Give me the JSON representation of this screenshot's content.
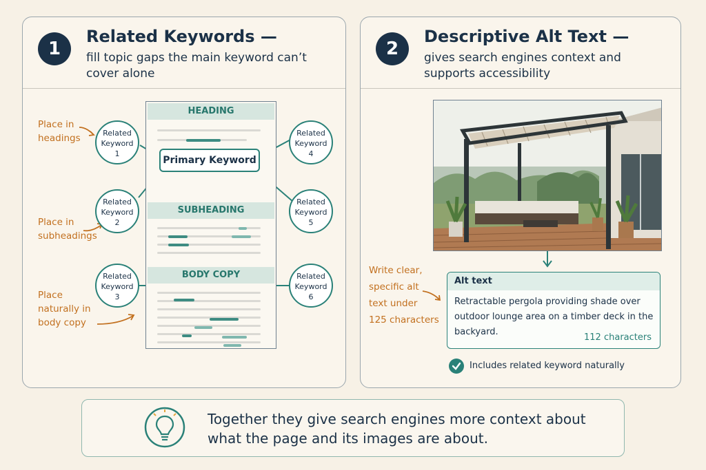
{
  "left_panel": {
    "number": "1",
    "title": "Related Keywords —",
    "subtitle": "fill topic gaps the main keyword can’t cover alone",
    "sections": [
      "HEADING",
      "SUBHEADING",
      "BODY COPY"
    ],
    "primary_keyword": "Primary Keyword",
    "related_keywords": [
      {
        "line1": "Related",
        "line2": "Keyword",
        "line3": "1"
      },
      {
        "line1": "Related",
        "line2": "Keyword",
        "line3": "2"
      },
      {
        "line1": "Related",
        "line2": "Keyword",
        "line3": "3"
      },
      {
        "line1": "Related",
        "line2": "Keyword",
        "line3": "4"
      },
      {
        "line1": "Related",
        "line2": "Keyword",
        "line3": "5"
      },
      {
        "line1": "Related",
        "line2": "Keyword",
        "line3": "6"
      }
    ],
    "annotations": {
      "headings": [
        "Place in",
        "headings"
      ],
      "subheadings": [
        "Place in",
        "subheadings"
      ],
      "body": [
        "Place",
        "naturally in",
        "body copy"
      ]
    }
  },
  "right_panel": {
    "number": "2",
    "title": "Descriptive Alt Text —",
    "subtitle": "gives search engines context and supports accessibility",
    "annotation": [
      "Write clear,",
      "specific alt",
      "text under",
      "125 characters"
    ],
    "alt_box": {
      "heading": "Alt text",
      "text": "Retractable pergola providing shade over outdoor lounge area on a timber deck in the backyard.",
      "count": "112 characters"
    },
    "check_label": "Includes related keyword naturally"
  },
  "footer": {
    "text": "Together they give search engines more context about what the page and its images are about."
  },
  "colors": {
    "navy": "#1b3147",
    "teal": "#2a8178",
    "orange": "#c2701f",
    "background": "#f7f1e6"
  }
}
